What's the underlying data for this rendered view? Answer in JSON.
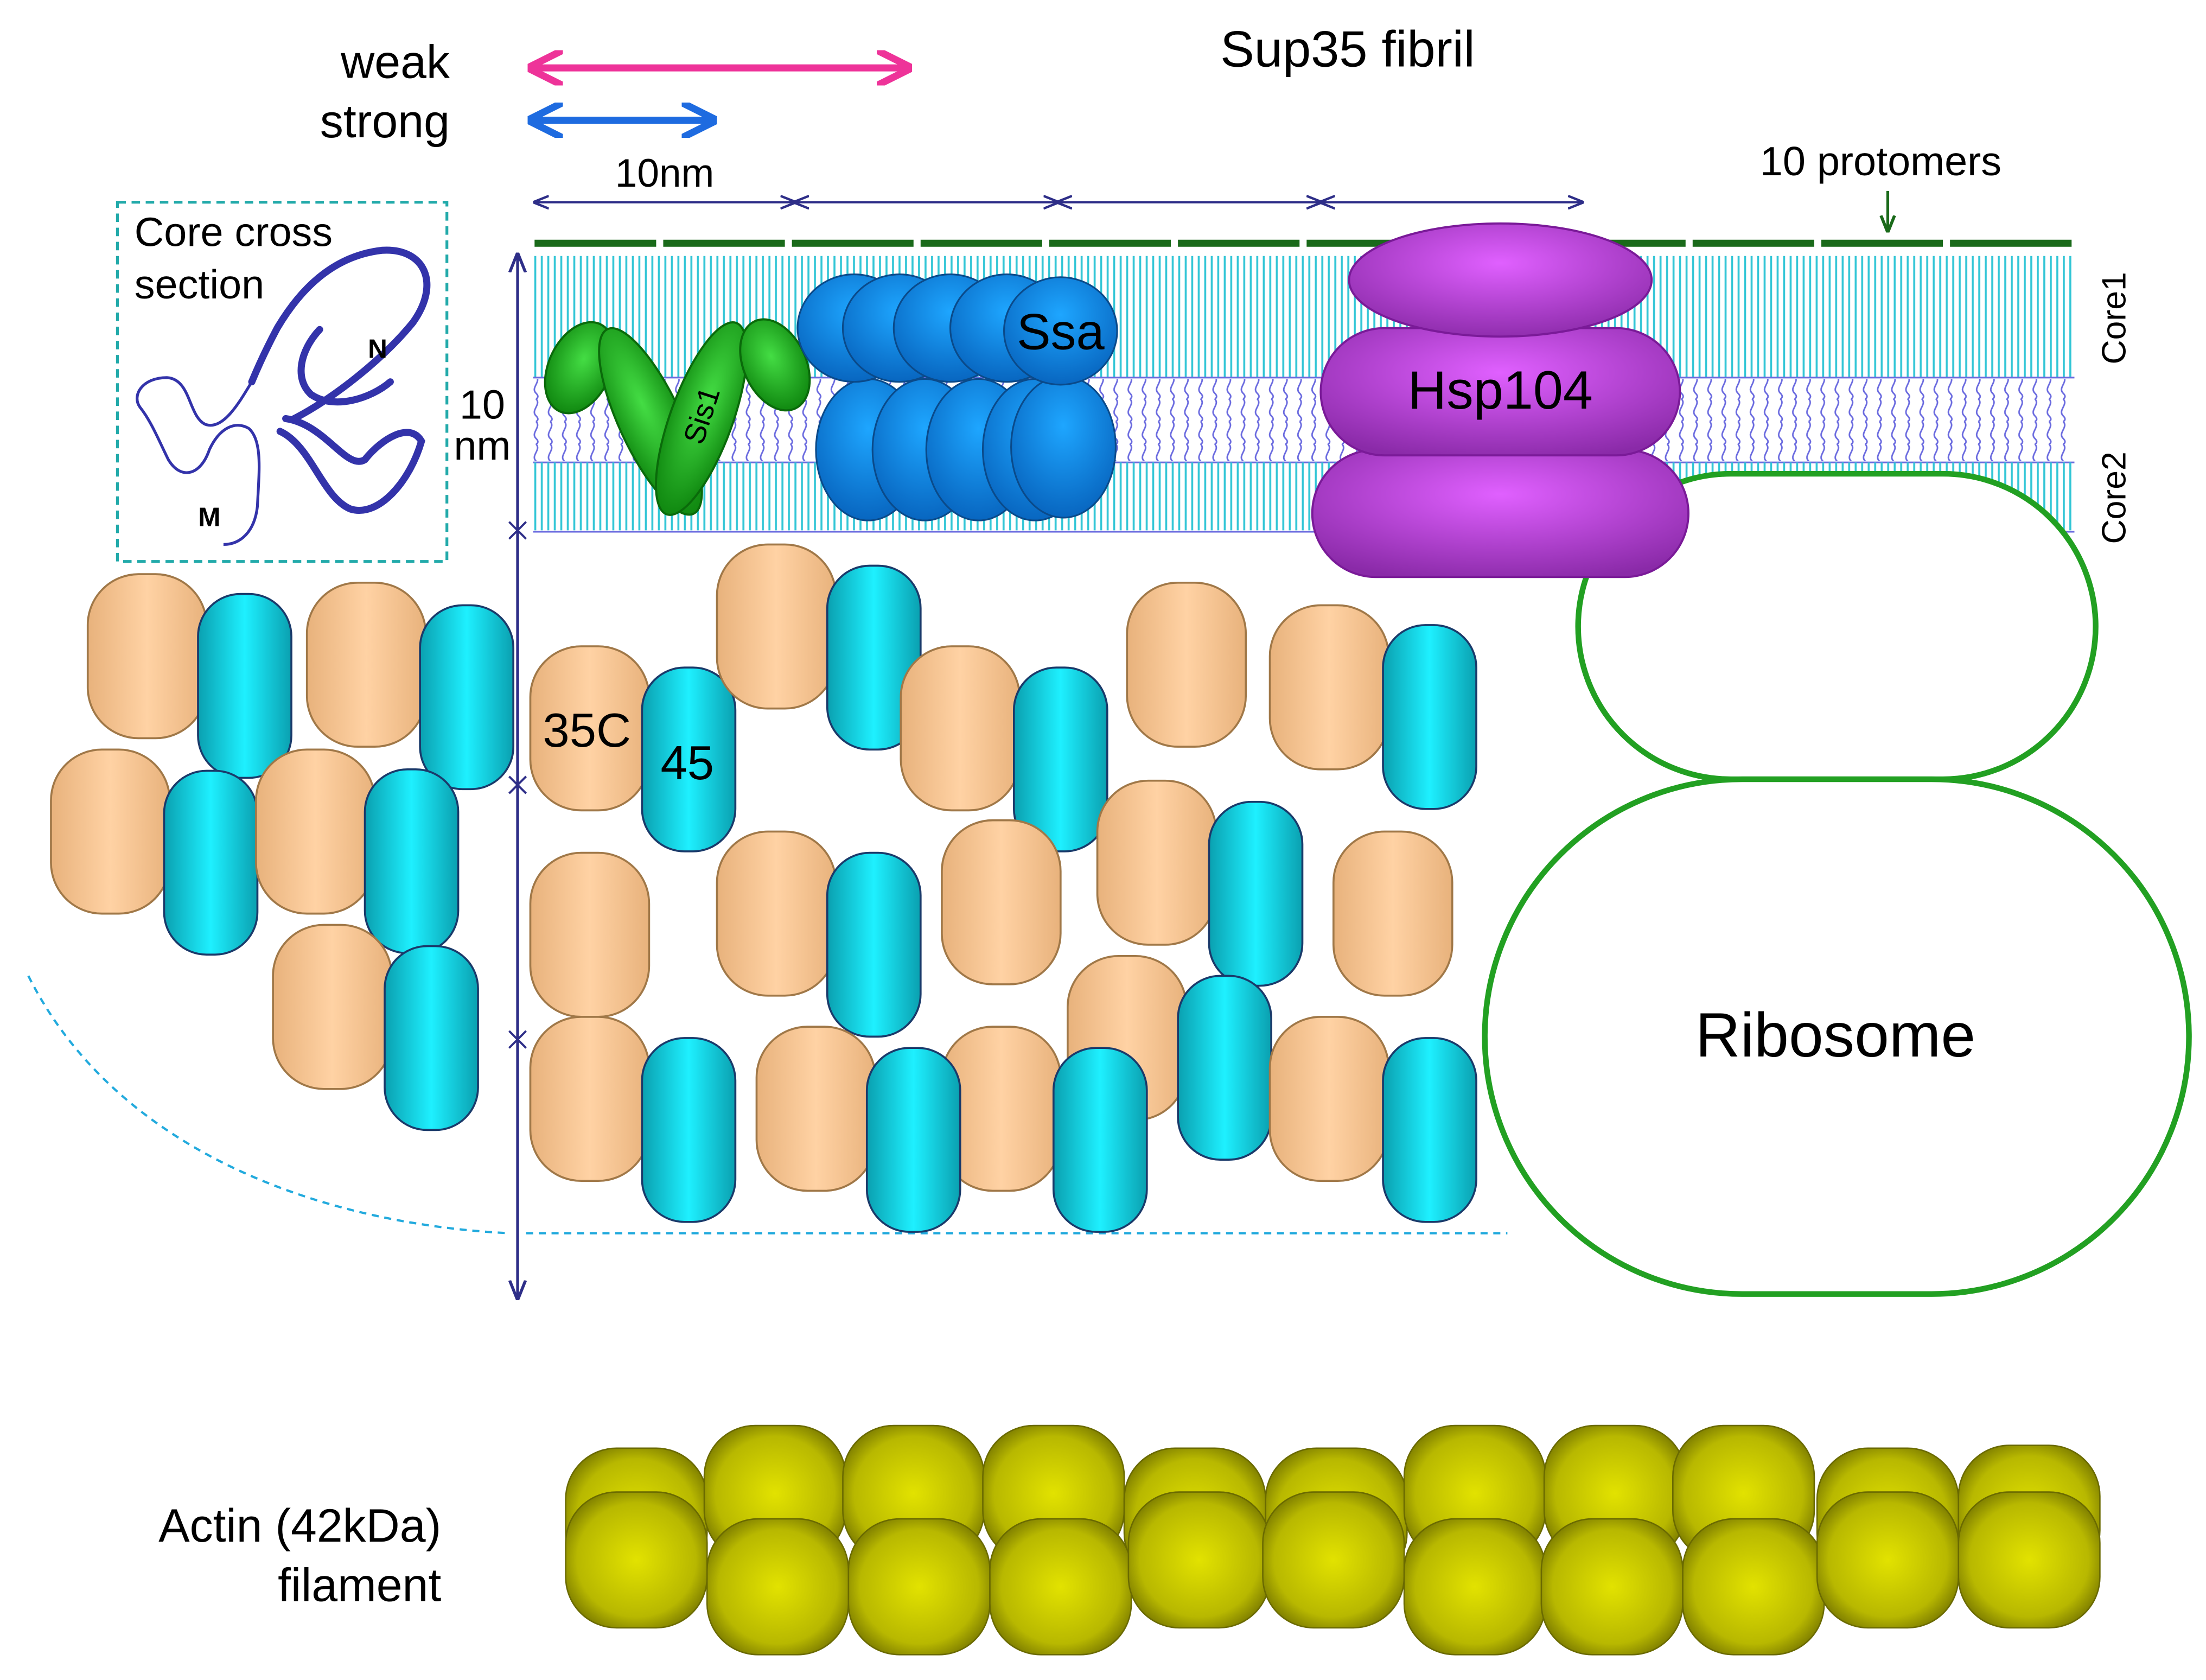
{
  "title": "Sup35 fibril",
  "legend": {
    "weak_label": "weak",
    "strong_label": "strong",
    "weak_color": "#ee3399",
    "strong_color": "#1e6be0"
  },
  "scale": {
    "horizontal_label": "10nm",
    "vertical_label_line1": "10",
    "vertical_label_line2": "nm",
    "line_color": "#2e2e88"
  },
  "protomers_label": "10 protomers",
  "core_labels": {
    "core1": "Core1",
    "core2": "Core2"
  },
  "inset": {
    "title_line1": "Core cross",
    "title_line2": "section",
    "n_label": "N",
    "m_label": "M",
    "border_color": "#22aaaa",
    "curve_color": "#3333aa"
  },
  "proteins": {
    "sis1": "Sis1",
    "ssa": "Ssa",
    "hsp104": "Hsp104",
    "ribosome": "Ribosome",
    "domain_35c": "35C",
    "domain_45": "45"
  },
  "actin": {
    "label_line1": "Actin (42kDa)",
    "label_line2": "filament"
  },
  "colors": {
    "core_green": "#1a6a1a",
    "core_cyan": "#33c6d6",
    "core_wave": "#6a6adf",
    "sis1_green": "#22aa22",
    "ssa_blue": "#1a86e0",
    "hsp104_purple": "#b040d0",
    "ribosome_outline": "#22a022",
    "domain_tan": "#f2c08c",
    "domain_cyan": "#11c6d6",
    "actin_olive": "#b8b800"
  }
}
